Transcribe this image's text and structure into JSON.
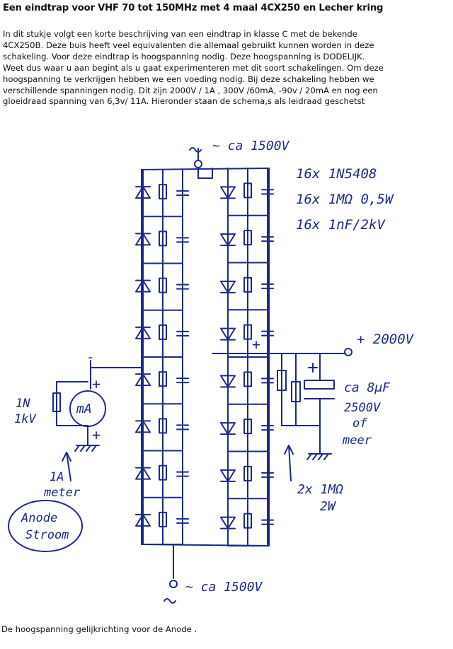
{
  "title": "Een eindtrap voor VHF 70 tot 150MHz met 4 maal 4CX250 en Lecher kring",
  "intro_lines": [
    "In dit stukje volgt een korte  beschrijving van een eindtrap in klasse C met de bekende",
    "4CX250B. Deze buis heeft veel equivalenten die allemaal gebruikt kunnen worden in deze",
    "schakeling. Voor deze eindtrap is hoogspanning nodig. Deze hoogspanning is DODELIJK.",
    "Weet dus waar u aan begint als u gaat experimenteren met dit soort schakelingen. Om deze",
    "hoogspanning te verkrijgen hebben we een voeding nodig. Bij deze schakeling hebben we",
    "verschillende spanningen nodig. Dit zijn 2000V / 1A  ,  300V /60mA,  -90v / 20mA en nog een",
    "gloeidraad spanning van 6,3v/ 11A. Hieronder staan de schema,s als leidraad geschetst"
  ],
  "schematic": {
    "ac_top": "~ ca 1500V",
    "ac_bottom": "~ ca 1500V",
    "parts_list": [
      "16x 1N5408",
      "16x 1MΩ 0,5W",
      "16x 1nF/2kV"
    ],
    "output": "+ 2000V",
    "plus_sign": "+",
    "capacitor_label": [
      "ca 8μF",
      "2500V",
      "of",
      "meer"
    ],
    "resistor_label": [
      "2x 1MΩ",
      "2W"
    ],
    "meter_label": "mA",
    "meter_minus": "-",
    "meter_plus_top": "+",
    "meter_plus_bottom": "+",
    "shunt_label": [
      "1N",
      "1kV"
    ],
    "meter_caption": [
      "1A",
      "meter"
    ],
    "anode_label": [
      "Anode",
      "Stroom"
    ]
  },
  "caption": "De hoogspanning gelijkrichting voor de Anode ."
}
